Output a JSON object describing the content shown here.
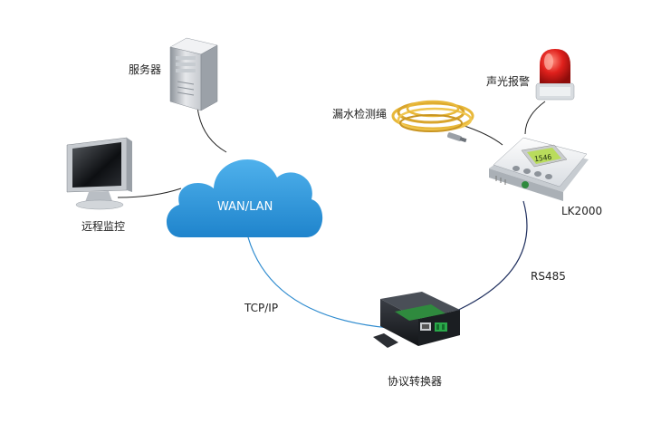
{
  "nodes": {
    "server": {
      "label": "服务器"
    },
    "remote_monitor": {
      "label": "远程监控"
    },
    "cloud": {
      "label": "WAN/LAN"
    },
    "water_leak_rope": {
      "label": "漏水检测绳"
    },
    "alarm": {
      "label": "声光报警"
    },
    "controller": {
      "label": "LK2000",
      "display": "1546"
    },
    "converter": {
      "label": "协议转换器"
    }
  },
  "links": {
    "tcp_ip": {
      "label": "TCP/IP"
    },
    "rs485": {
      "label": "RS485"
    }
  },
  "colors": {
    "cloud": "#2a8fd4",
    "tcp_line": "#2e8bcf",
    "rs485_line": "#1f2f5e",
    "device_line": "#222222",
    "rope": "#e8b83a",
    "alarm_red": "#e0201c",
    "lcd": "#b9dc5c",
    "converter_tag": "#2f8a3e"
  }
}
